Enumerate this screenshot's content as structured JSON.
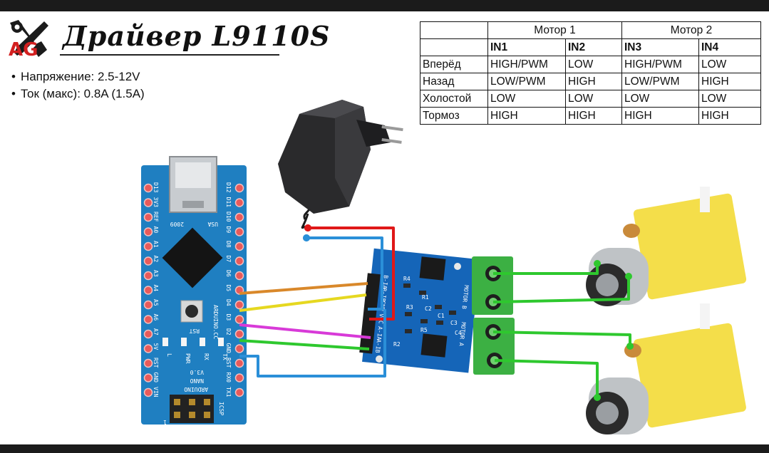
{
  "header": {
    "logo_text": "AG",
    "title": "Драйвер L9110S"
  },
  "specs": [
    "Напряжение: 2.5-12V",
    "Ток (макс): 0.8A (1.5A)"
  ],
  "truth_table": {
    "groups": [
      "Мотор 1",
      "Мотор 2"
    ],
    "pins": [
      "IN1",
      "IN2",
      "IN3",
      "IN4"
    ],
    "rows": [
      {
        "label": "Вперёд",
        "values": [
          "HIGH/PWM",
          "LOW",
          "HIGH/PWM",
          "LOW"
        ]
      },
      {
        "label": "Назад",
        "values": [
          "LOW/PWM",
          "HIGH",
          "LOW/PWM",
          "HIGH"
        ]
      },
      {
        "label": "Холостой",
        "values": [
          "LOW",
          "LOW",
          "LOW",
          "LOW"
        ]
      },
      {
        "label": "Тормоз",
        "values": [
          "HIGH",
          "HIGH",
          "HIGH",
          "HIGH"
        ]
      }
    ]
  },
  "arduino": {
    "left_pins": [
      "D13",
      "3V3",
      "REF",
      "A0",
      "A1",
      "A2",
      "A3",
      "A4",
      "A5",
      "A6",
      "A7",
      "5V",
      "RST",
      "GND",
      "VIN"
    ],
    "right_pins": [
      "D12",
      "D11",
      "D10",
      "D9",
      "D8",
      "D7",
      "D6",
      "D5",
      "D4",
      "D3",
      "D2",
      "GND",
      "RST",
      "RX0",
      "TX1"
    ],
    "labels": {
      "year": "2009",
      "usa": "USA",
      "rst_button": "RST",
      "brand": "ARDUINO.CC",
      "led_l": "L",
      "led_pwr": "PWR",
      "led_rx": "RX",
      "led_tx": "TX",
      "version": "V3.0",
      "name1": "NANO",
      "name2": "ARDUINO",
      "icsp": "ICSP",
      "one": "1"
    }
  },
  "driver": {
    "pin_labels": [
      "B-IA",
      "B-IB",
      "GND",
      "VCC",
      "A-IA",
      "A-IB"
    ],
    "motor_labels": [
      "MOTOR B",
      "MOTOR A"
    ],
    "silk": [
      "R4",
      "R1",
      "C2",
      "R3",
      "C1",
      "R2",
      "C3",
      "C4",
      "R5"
    ]
  },
  "colors": {
    "board_blue": "#1f7fc1",
    "driver_blue": "#1565b8",
    "terminal_green": "#3cb043",
    "wire_red": "#e01818",
    "wire_blue": "#2a8fd8",
    "wire_orange": "#d9882a",
    "wire_yellow": "#e6d820",
    "wire_magenta": "#d83ad8",
    "wire_green": "#2ec82e",
    "motor_yellow": "#f4de4a"
  }
}
